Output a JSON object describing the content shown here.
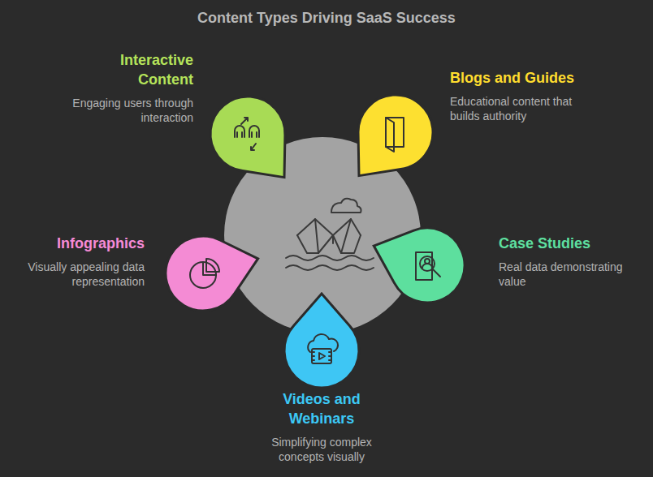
{
  "diagram": {
    "title": "Content Types Driving SaaS Success",
    "nodes": [
      {
        "text": [
          "Interactive Content",
          "Engaging users through interaction"
        ]
      },
      {
        "text": [
          "Blogs and Guides",
          "Educational content that builds authority"
        ]
      },
      {
        "text": [
          "Infographics",
          "Visually appealing data representation"
        ]
      },
      {
        "text": [
          "Case Studies",
          "Real data demonstrating value"
        ]
      },
      {
        "text": [
          "Videos and Webinars",
          "Simplifying complex concepts visually"
        ]
      }
    ]
  }
}
